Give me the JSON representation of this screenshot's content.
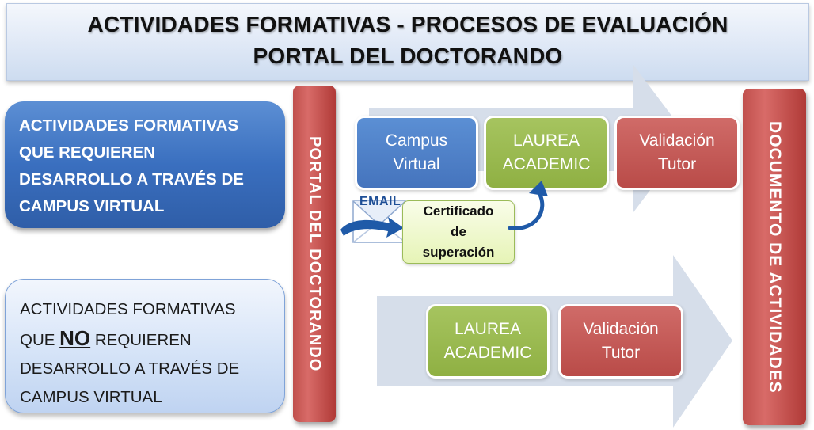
{
  "header": {
    "line1": "ACTIVIDADES FORMATIVAS - PROCESOS DE EVALUACIÓN",
    "line2": "PORTAL DEL DOCTORANDO"
  },
  "left": {
    "dark_box_lines": [
      "ACTIVIDADES FORMATIVAS",
      "QUE REQUIEREN",
      "DESARROLLO A TRAVÉS DE",
      "CAMPUS VIRTUAL"
    ],
    "light_box": {
      "line1": "ACTIVIDADES FORMATIVAS",
      "line2_prefix": "QUE",
      "line2_emph": "NO",
      "line2_suffix": "REQUIEREN",
      "line3": "DESARROLLO A TRAVÉS DE",
      "line4": "CAMPUS VIRTUAL"
    }
  },
  "bars": {
    "portal": "PORTAL DEL DOCTORANDO",
    "documento": "DOCUMENTO  DE  ACTIVIDADES"
  },
  "flow_top": {
    "campus": [
      "Campus",
      "Virtual"
    ],
    "laurea": [
      "LAUREA",
      "ACADEMIC"
    ],
    "validacion": [
      "Validación",
      "Tutor"
    ],
    "email_label": "EMAIL",
    "certificado": [
      "Certificado",
      "de",
      "superación"
    ]
  },
  "flow_bottom": {
    "laurea": [
      "LAUREA",
      "ACADEMIC"
    ],
    "validacion": [
      "Validación",
      "Tutor"
    ]
  },
  "colors": {
    "blue": "#4574bd",
    "green": "#8fb043",
    "red": "#c0504d",
    "arrow": "#d6deea"
  }
}
